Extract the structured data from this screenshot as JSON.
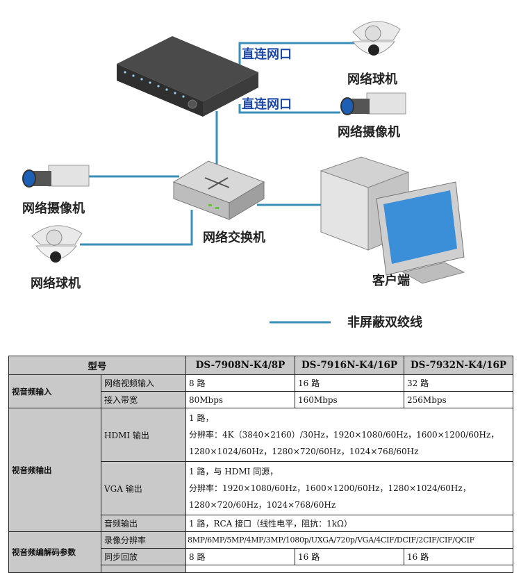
{
  "diagram": {
    "labels": {
      "direct_port_1": "直连网口",
      "direct_port_2": "直连网口",
      "dome_top": "网络球机",
      "camera_top": "网络摄像机",
      "camera_left": "网络摄像机",
      "dome_left": "网络球机",
      "switch": "网络交换机",
      "client": "客户端"
    },
    "legend": {
      "text": "非屏蔽双绞线",
      "line_color": "#3a8fb7"
    }
  },
  "table": {
    "header": {
      "model": "型号",
      "col1": "DS-7908N-K4/8P",
      "col2": "DS-7916N-K4/16P",
      "col3": "DS-7932N-K4/16P"
    },
    "groups": {
      "av_input": "视音频输入",
      "av_output": "视音频输出",
      "codec": "视音频编解码参数"
    },
    "rows": {
      "net_video_input": {
        "label": "网络视频输入",
        "v1": "8 路",
        "v2": "16 路",
        "v3": "32 路"
      },
      "bandwidth": {
        "label": "接入带宽",
        "v1": "80Mbps",
        "v2": "160Mbps",
        "v3": "256Mbps"
      },
      "hdmi": {
        "label": "HDMI 输出",
        "line1": "1 路，",
        "line2": "分辨率：4K（3840×2160）/30Hz，1920×1080/60Hz，1600×1200/60Hz，",
        "line3": "1280×1024/60Hz，1280×720/60Hz，1024×768/60Hz"
      },
      "vga": {
        "label": "VGA 输出",
        "line1": "1 路，与 HDMI 同源，",
        "line2": "分辨率：1920×1080/60Hz，1600×1200/60Hz，1280×1024/60Hz，",
        "line3": "1280×720/60Hz，1024×768/60Hz"
      },
      "audio_out": {
        "label": "音频输出",
        "value": "1 路，RCA 接口（线性电平，阻抗：1kΩ）"
      },
      "rec_res": {
        "label": "录像分辨率",
        "value": "8MP/6MP/5MP/4MP/3MP/1080p/UXGA/720p/VGA/4CIF/DCIF/2CIF/CIF/QCIF"
      },
      "sync_play": {
        "label": "同步回放",
        "v1": "8 路",
        "v2": "16 路",
        "v3": "16 路"
      }
    }
  }
}
